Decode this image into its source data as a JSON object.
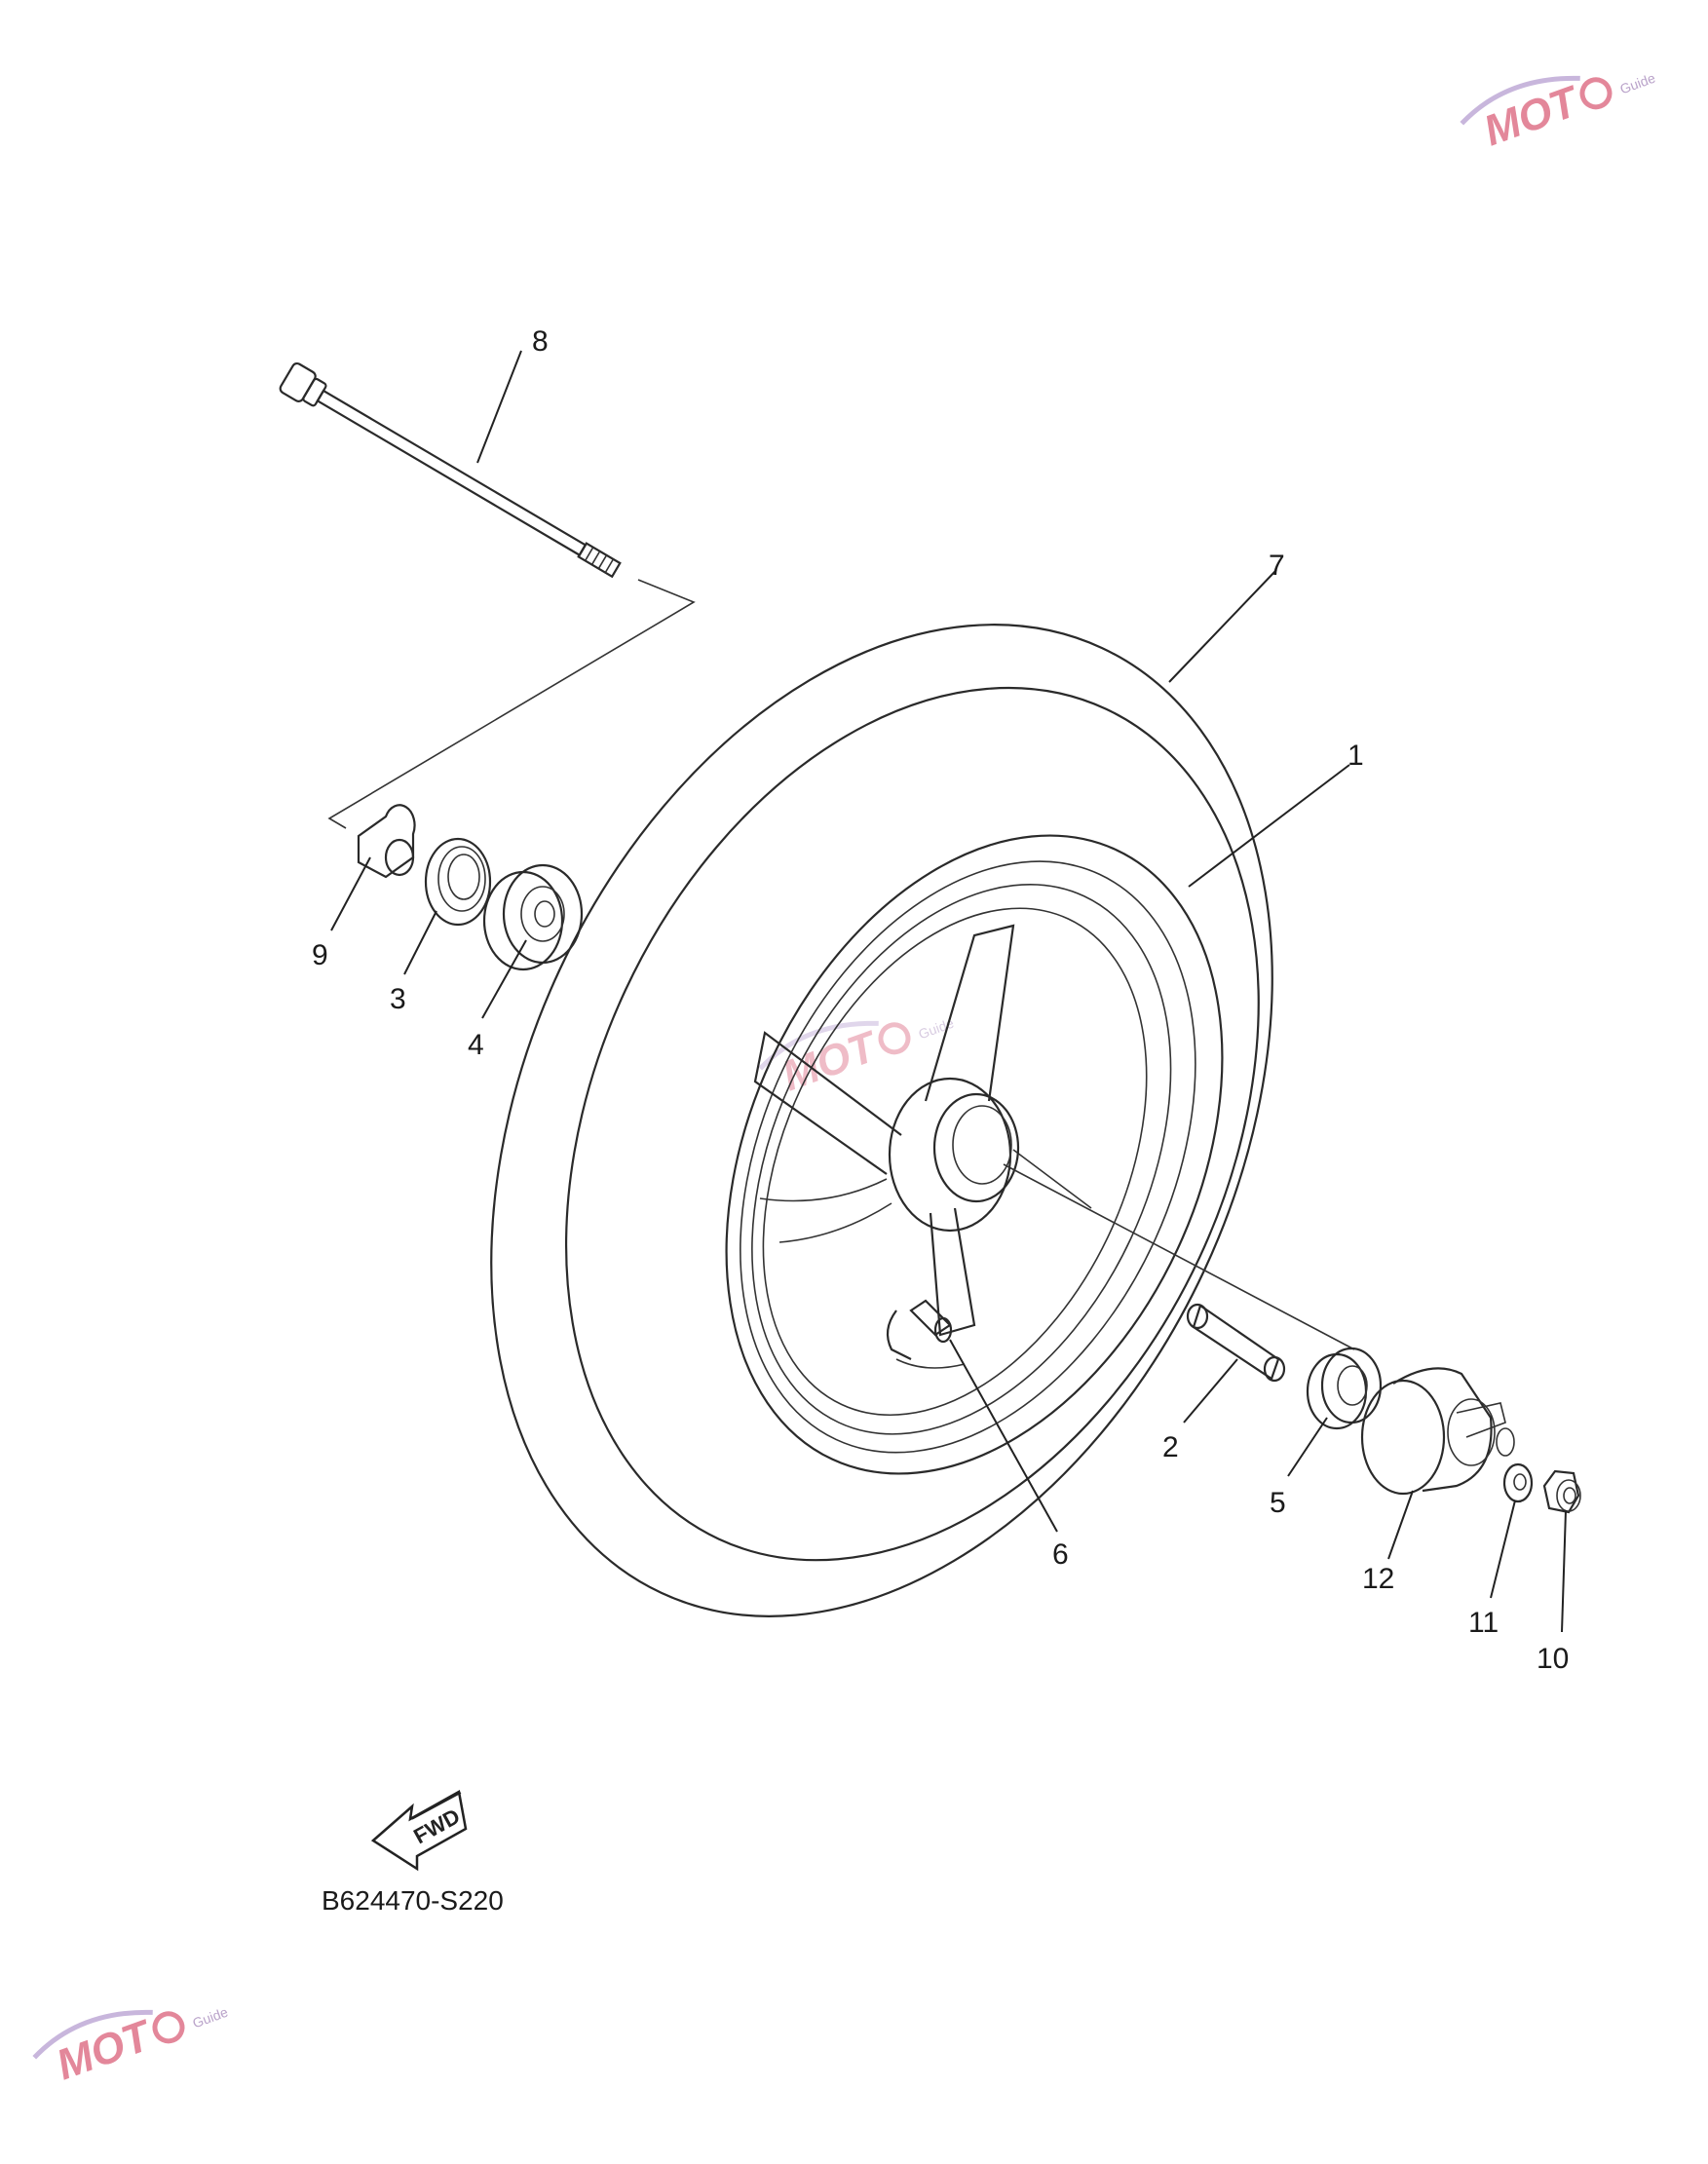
{
  "diagram": {
    "code": "B624470-S220",
    "fwd_label": "FWD",
    "watermark": {
      "brand": "MOT",
      "sub": "Guide"
    },
    "callouts": [
      "1",
      "2",
      "3",
      "4",
      "5",
      "6",
      "7",
      "8",
      "9",
      "10",
      "11",
      "12"
    ]
  }
}
